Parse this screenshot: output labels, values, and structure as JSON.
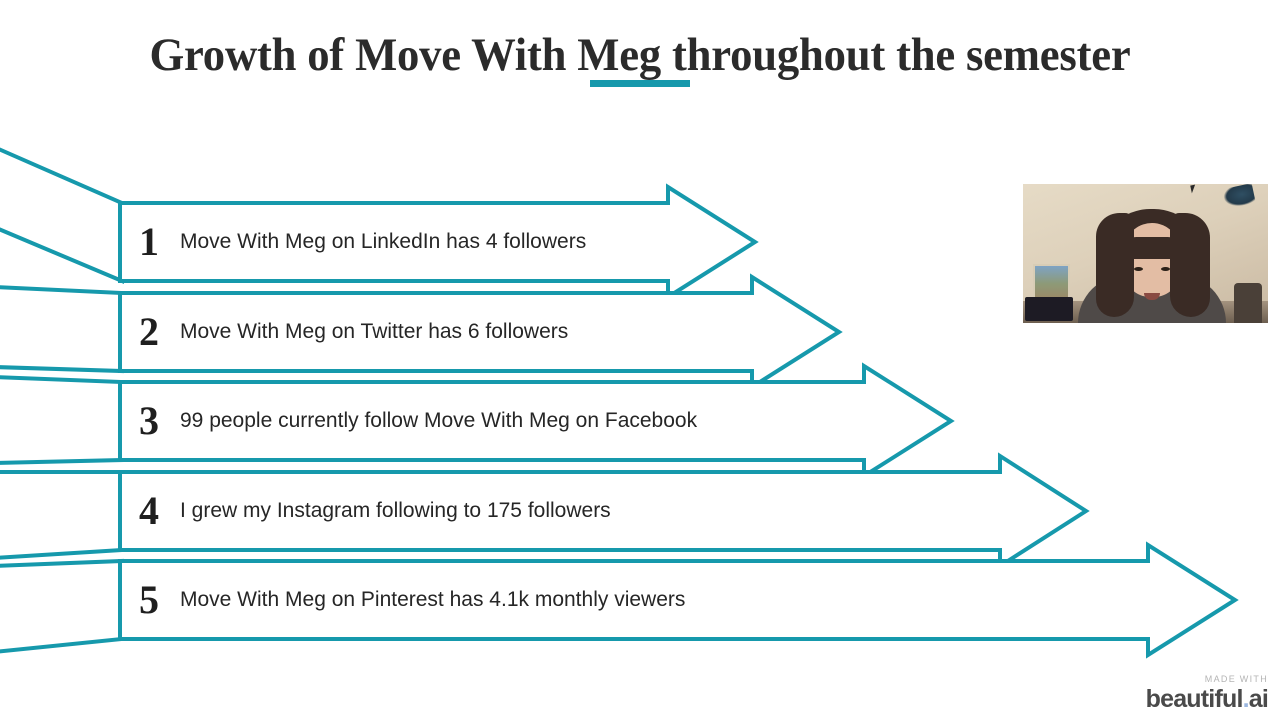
{
  "slide": {
    "title": "Growth of Move With Meg throughout the semester",
    "accent_color": "#1699ac",
    "background_color": "#ffffff",
    "text_color": "#262626"
  },
  "steps": [
    {
      "number": "1",
      "text": "Move With Meg on LinkedIn has 4 followers"
    },
    {
      "number": "2",
      "text": "Move With Meg on Twitter has 6 followers"
    },
    {
      "number": "3",
      "text": "99 people currently follow Move With Meg on Facebook"
    },
    {
      "number": "4",
      "text": "I grew my Instagram following to 175 followers"
    },
    {
      "number": "5",
      "text": "Move With Meg on Pinterest has 4.1k monthly viewers"
    }
  ],
  "watermark": {
    "made_with": "MADE WITH",
    "brand_first": "beautiful",
    "brand_dot": ".",
    "brand_last": "ai",
    "dot_color": "#9bb7e0"
  },
  "webcam": {
    "label": "presenter-video"
  }
}
